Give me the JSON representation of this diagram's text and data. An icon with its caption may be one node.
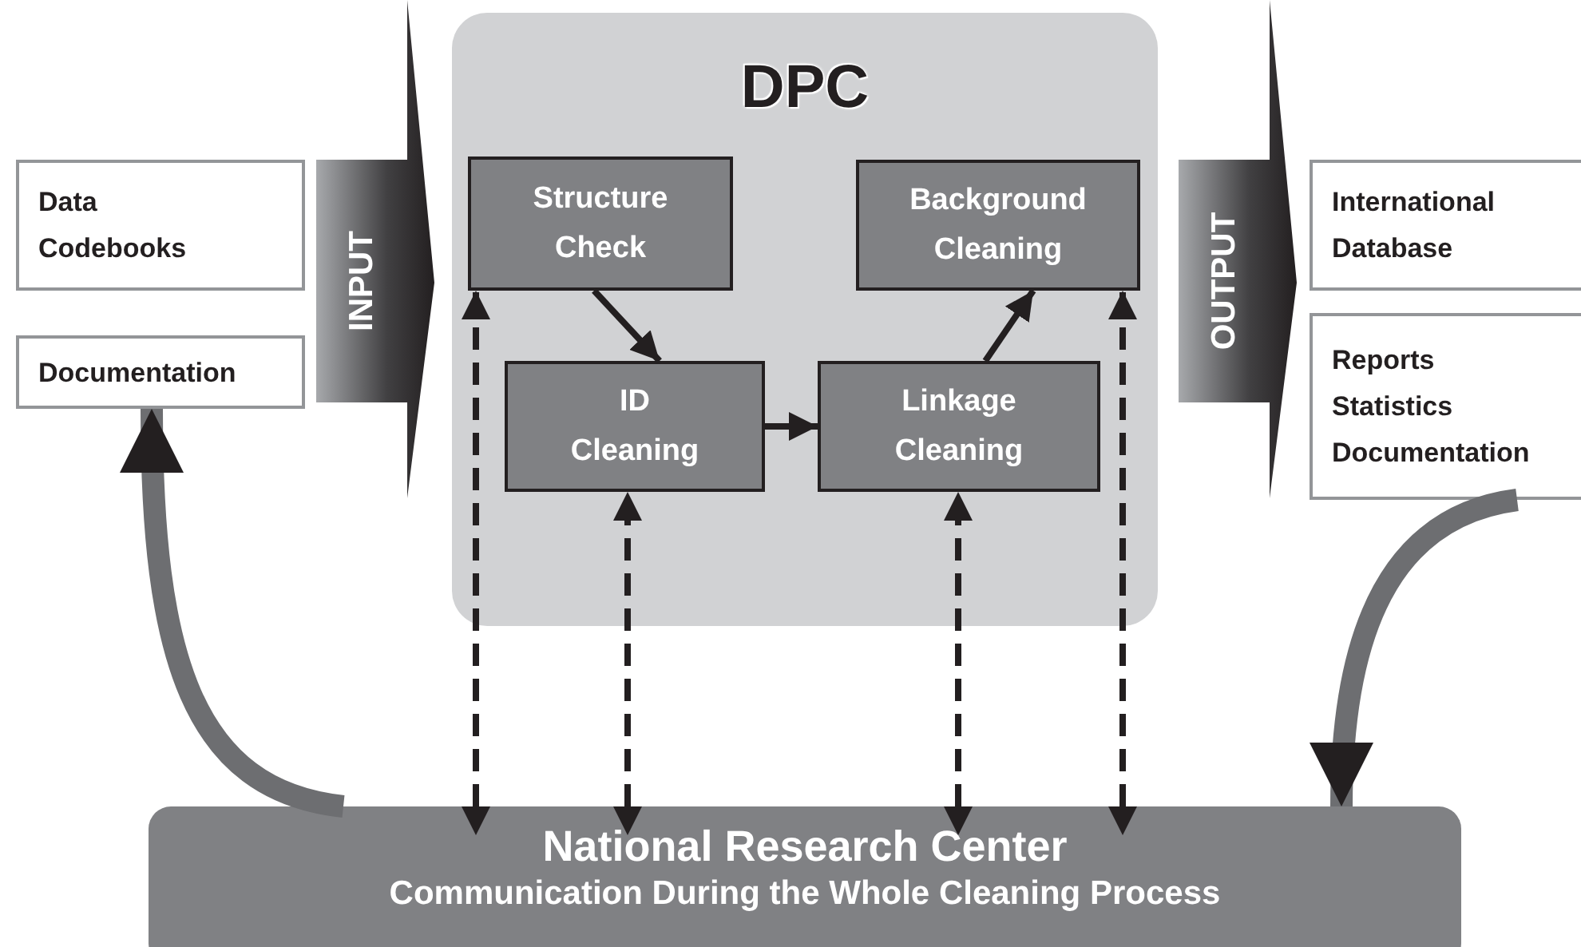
{
  "diagram": {
    "nodes": [
      {
        "text": [
          "DPC"
        ]
      },
      {
        "text": [
          "Structure Check"
        ],
        "in": 0
      },
      {
        "text": [
          "Background Cleaning"
        ],
        "in": 0
      },
      {
        "text": [
          "ID Cleaning"
        ],
        "in": 0
      },
      {
        "text": [
          "Linkage Cleaning"
        ],
        "in": 0
      },
      {
        "text": [
          "Data Codebooks"
        ]
      },
      {
        "text": [
          "Documentation"
        ]
      },
      {
        "text": [
          "INPUT"
        ]
      },
      {
        "text": [
          "OUTPUT"
        ]
      },
      {
        "text": [
          "International Database"
        ]
      },
      {
        "text": [
          "Reports Statistics Documentation"
        ]
      },
      {
        "text": [
          "National Research Center",
          "Communication During the Whole Cleaning Process"
        ]
      }
    ],
    "edges": [
      {
        "from": 1,
        "to": 3,
        "arrow": "to"
      },
      {
        "from": 3,
        "to": 4,
        "arrow": "to"
      },
      {
        "from": 4,
        "to": 2,
        "arrow": "to"
      },
      {
        "from": 11,
        "to": 1,
        "arrow": "both",
        "style": "dashed"
      },
      {
        "from": 11,
        "to": 3,
        "arrow": "both",
        "style": "dashed"
      },
      {
        "from": 11,
        "to": 4,
        "arrow": "both",
        "style": "dashed"
      },
      {
        "from": 11,
        "to": 2,
        "arrow": "both",
        "style": "dashed"
      },
      {
        "from": 10,
        "to": 11,
        "arrow": "to",
        "style": "thick",
        "color": "#6d6e71"
      },
      {
        "from": 11,
        "to": 6,
        "arrow": "to",
        "style": "thick",
        "color": "#6d6e71"
      }
    ]
  }
}
